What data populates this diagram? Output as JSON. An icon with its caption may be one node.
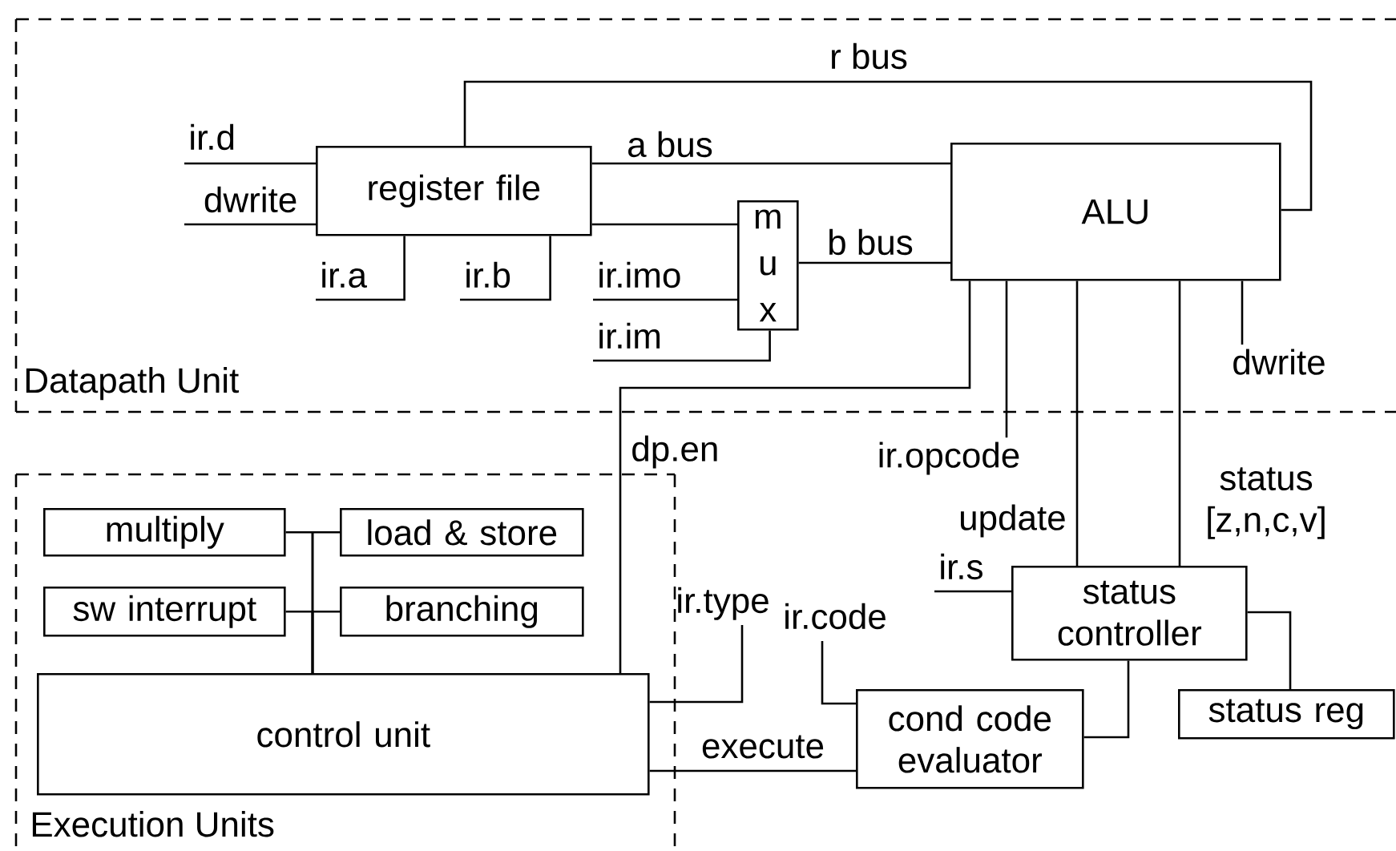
{
  "diagram": {
    "nodes": [
      {
        "text": [
          "Datapath Unit"
        ]
      },
      {
        "text": [
          "ir.d"
        ],
        "in": 0
      },
      {
        "text": [
          "dwrite"
        ],
        "in": 0
      },
      {
        "text": [
          "register file"
        ],
        "in": 0
      },
      {
        "text": [
          "ir.a"
        ],
        "in": 0
      },
      {
        "text": [
          "ir.b"
        ],
        "in": 0
      },
      {
        "text": [
          "m u x"
        ],
        "in": 0
      },
      {
        "text": [
          "ir.imo"
        ],
        "in": 0
      },
      {
        "text": [
          "ir.im"
        ],
        "in": 0
      },
      {
        "text": [
          "ALU"
        ],
        "in": 0
      },
      {
        "text": [
          "dwrite"
        ],
        "in": 0
      },
      {
        "text": [
          "Execution Units"
        ]
      },
      {
        "text": [
          "multiply"
        ],
        "in": 11
      },
      {
        "text": [
          "load & store"
        ],
        "in": 11
      },
      {
        "text": [
          "sw interrupt"
        ],
        "in": 11
      },
      {
        "text": [
          "branching"
        ],
        "in": 11
      },
      {
        "text": [
          "control unit"
        ],
        "in": 11
      },
      {
        "text": [
          "ir.opcode"
        ]
      },
      {
        "text": [
          "ir.type"
        ]
      },
      {
        "text": [
          "ir.s"
        ]
      },
      {
        "text": [
          "status controller"
        ]
      },
      {
        "text": [
          "ir.code"
        ]
      },
      {
        "text": [
          "cond code evaluator"
        ]
      },
      {
        "text": [
          "status reg"
        ]
      }
    ],
    "edges": [
      {
        "from": 1,
        "to": 3,
        "arrow": "none"
      },
      {
        "from": 2,
        "to": 3,
        "arrow": "none"
      },
      {
        "from": 4,
        "to": 3,
        "arrow": "none"
      },
      {
        "from": 5,
        "to": 3,
        "arrow": "none"
      },
      {
        "from": 3,
        "to": 9,
        "arrow": "none",
        "label": "a bus"
      },
      {
        "from": 9,
        "to": 3,
        "arrow": "none",
        "label": "r bus"
      },
      {
        "from": 3,
        "to": 6,
        "arrow": "none"
      },
      {
        "from": 7,
        "to": 6,
        "arrow": "none"
      },
      {
        "from": 8,
        "to": 6,
        "arrow": "none"
      },
      {
        "from": 6,
        "to": 9,
        "arrow": "none",
        "label": "b bus"
      },
      {
        "from": 9,
        "to": 10,
        "arrow": "none"
      },
      {
        "from": 9,
        "to": 17,
        "arrow": "none"
      },
      {
        "from": 16,
        "to": 9,
        "arrow": "none",
        "label": "dp.en"
      },
      {
        "from": 9,
        "to": 20,
        "arrow": "none",
        "label": "update"
      },
      {
        "from": 9,
        "to": 20,
        "arrow": "none",
        "label": "status [z,n,c,v]"
      },
      {
        "from": 12,
        "to": 16,
        "arrow": "none"
      },
      {
        "from": 13,
        "to": 16,
        "arrow": "none"
      },
      {
        "from": 14,
        "to": 16,
        "arrow": "none"
      },
      {
        "from": 15,
        "to": 16,
        "arrow": "none"
      },
      {
        "from": 16,
        "to": 18,
        "arrow": "none"
      },
      {
        "from": 16,
        "to": 22,
        "arrow": "none",
        "label": "execute"
      },
      {
        "from": 21,
        "to": 22,
        "arrow": "none"
      },
      {
        "from": 19,
        "to": 20,
        "arrow": "none"
      },
      {
        "from": 22,
        "to": 20,
        "arrow": "none"
      },
      {
        "from": 20,
        "to": 23,
        "arrow": "none"
      }
    ]
  }
}
